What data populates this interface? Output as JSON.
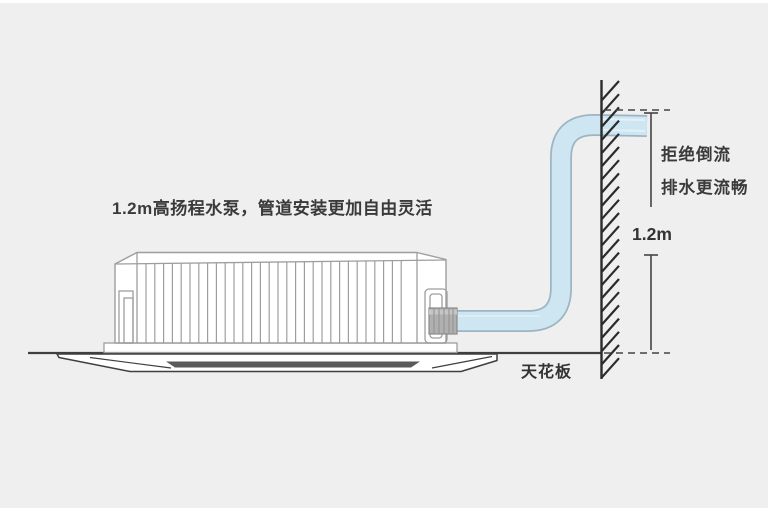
{
  "page": {
    "background_color": "#efefef",
    "description_names": {
      "unit": "ceiling-cassette-ac-unit",
      "pipe": "drain-pipe",
      "wall": "wall-section",
      "panel": "cassette-ceiling-panel"
    }
  },
  "headline": {
    "text": "1.2m高扬程水泵，管道安装更加自由灵活"
  },
  "callout": {
    "line1": "拒绝倒流",
    "line2": "排水更流畅"
  },
  "measurement": {
    "height_label": "1.2m"
  },
  "ceiling": {
    "label": "天花板"
  },
  "colors": {
    "background": "#efefef",
    "pipe_fill": "#cde6f2",
    "pipe_outline": "#9db5c2",
    "pipe_highlight": "#e2f0f8",
    "unit_line": "#9e9e9e",
    "panel_line": "#3f3f3f",
    "wall_line": "#2b2b2b",
    "vent_strip": "#5a5a5a",
    "connector_fill": "#b0b0b0",
    "text": "#3a3a3a"
  }
}
